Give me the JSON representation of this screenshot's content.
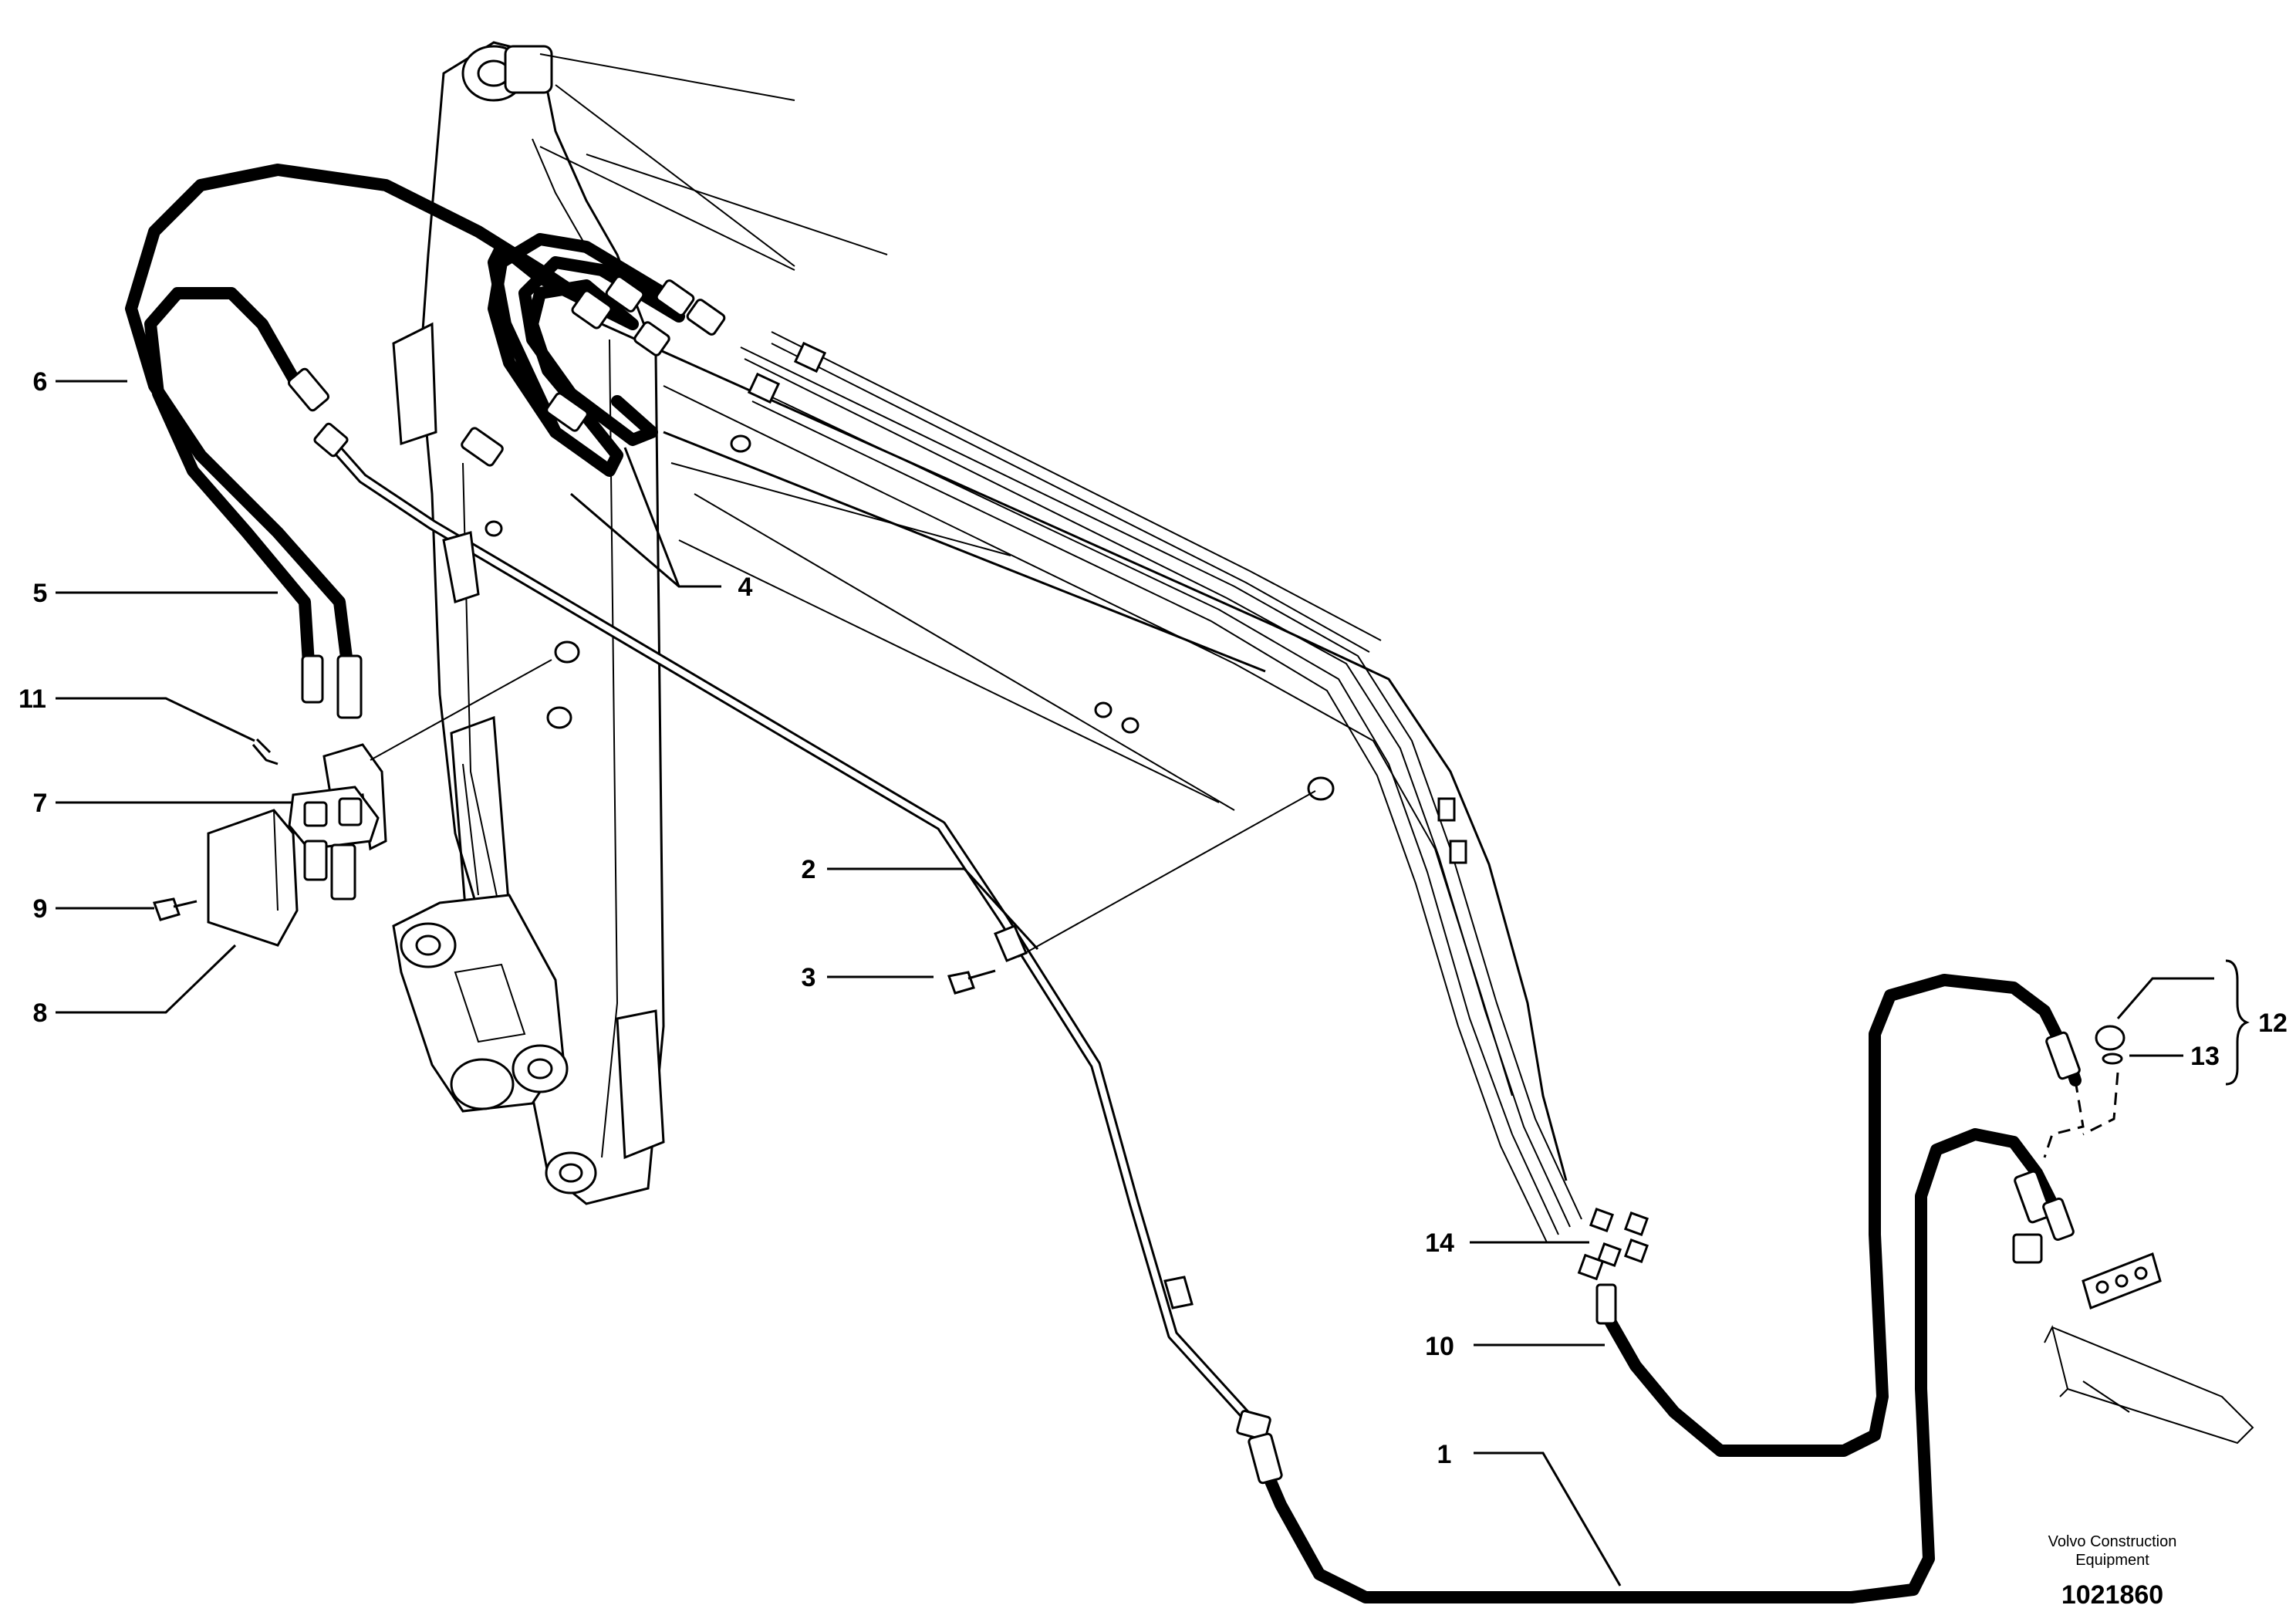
{
  "drawing": {
    "brand_line1": "Volvo Construction",
    "brand_line2": "Equipment",
    "drawing_number": "1021860"
  },
  "callouts": [
    {
      "label": "1"
    },
    {
      "label": "2"
    },
    {
      "label": "3"
    },
    {
      "label": "4"
    },
    {
      "label": "5"
    },
    {
      "label": "6"
    },
    {
      "label": "7"
    },
    {
      "label": "8"
    },
    {
      "label": "9"
    },
    {
      "label": "10"
    },
    {
      "label": "11"
    },
    {
      "label": "12"
    },
    {
      "label": "13"
    },
    {
      "label": "14"
    }
  ]
}
